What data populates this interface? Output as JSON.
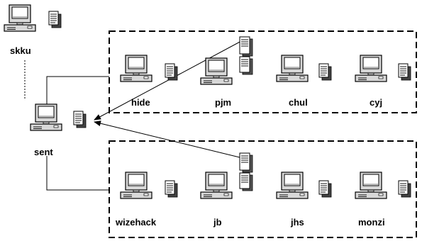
{
  "hosts": {
    "skku": "skku",
    "sent": "sent",
    "hide": "hide",
    "pjm": "pjm",
    "chul": "chul",
    "cyj": "cyj",
    "wizehack": "wizehack",
    "jb": "jb",
    "jhs": "jhs",
    "monzi": "monzi"
  },
  "icons": {
    "workstation": "desktop-computer-icon",
    "document": "document-stack-icon",
    "server": "server-tower-icon"
  }
}
